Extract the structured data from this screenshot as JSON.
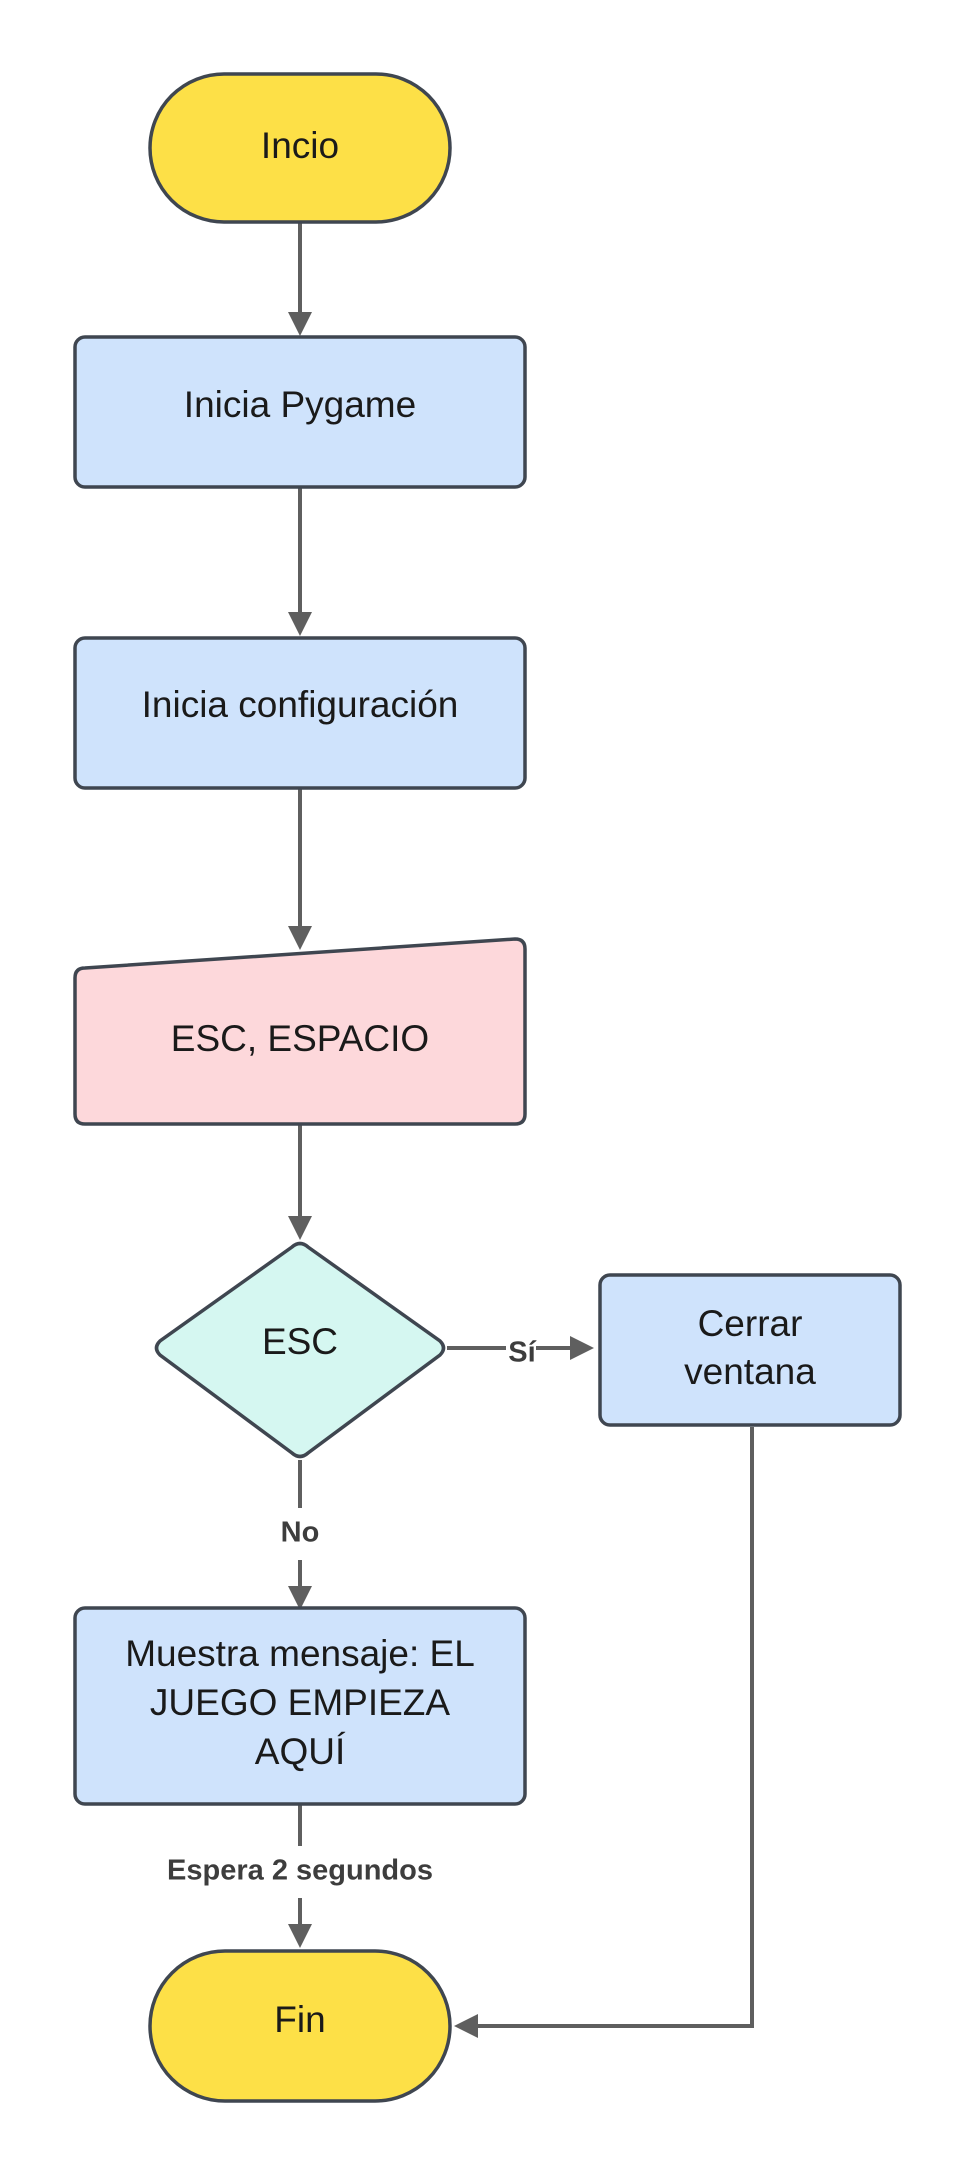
{
  "colors": {
    "terminal": "#fde047",
    "process": "#cfe3fc",
    "input": "#fdd8db",
    "decision": "#d5f7f1",
    "stroke": "#3f4650",
    "edge": "#5f5f5f",
    "background": "#ffffff"
  },
  "nodes": {
    "start": {
      "label": "Incio"
    },
    "init_pygame": {
      "label": "Inicia Pygame"
    },
    "init_config": {
      "label": "Inicia configuración"
    },
    "keys_input": {
      "label": "ESC, ESPACIO"
    },
    "esc_decision": {
      "label": "ESC"
    },
    "close_window": {
      "line1": "Cerrar",
      "line2": "ventana"
    },
    "show_message": {
      "line1": "Muestra mensaje: EL",
      "line2": "JUEGO EMPIEZA",
      "line3": "AQUÍ"
    },
    "end": {
      "label": "Fin"
    }
  },
  "edges": {
    "yes_label": "Sí",
    "no_label": "No",
    "wait_label": "Espera 2 segundos"
  }
}
